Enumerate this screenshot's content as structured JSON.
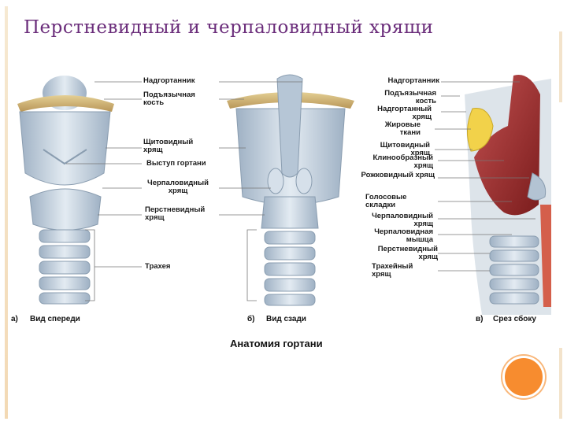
{
  "title": "Перстневидный и черпаловидный хрящи",
  "colors": {
    "title": "#6a2c7a",
    "accent_dot": "#f78c2f",
    "cartilage": "#c9d5e0",
    "muscle": "#9c2a2a",
    "fat": "#f2d24a"
  },
  "figure": {
    "caption": "Анатомия гортани",
    "panels": [
      {
        "letter": "а)",
        "name": "Вид спереди"
      },
      {
        "letter": "б)",
        "name": "Вид сзади"
      },
      {
        "letter": "в)",
        "name": "Срез сбоку"
      }
    ],
    "labels_front_back": [
      "Надгортанник",
      "Подъязычная кость",
      "Щитовидный хрящ",
      "Выступ гортани",
      "Черпаловидный хрящ",
      "Перстневидный хрящ",
      "Трахея"
    ],
    "labels_side": [
      "Надгортанник",
      "Подъязычная кость",
      "Надгортанный хрящ",
      "Жировые ткани",
      "Щитовидный хрящ",
      "Клинообразный хрящ",
      "Рожковидный хрящ",
      "Голосовые складки",
      "Черпаловидный хрящ",
      "Черпаловидная мышца",
      "Перстневидный хрящ",
      "Трахейный хрящ"
    ]
  }
}
